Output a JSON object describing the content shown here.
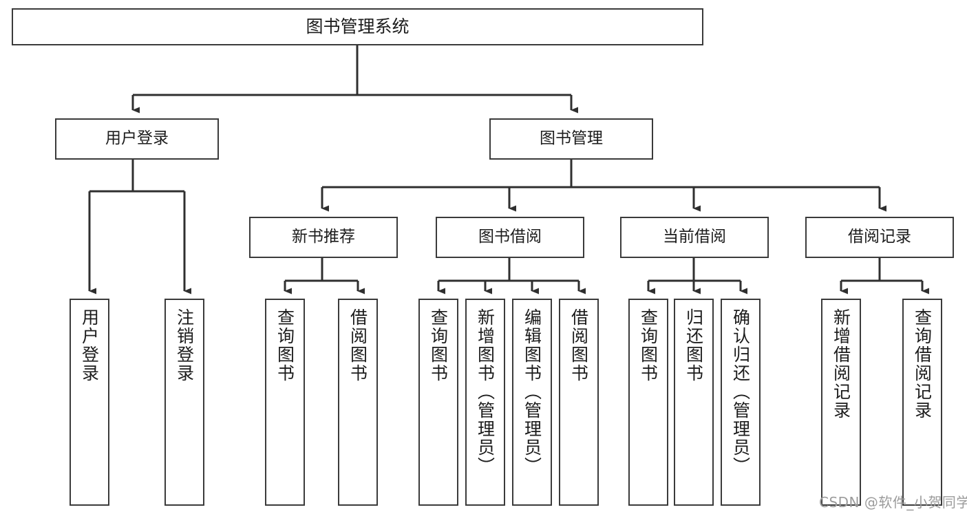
{
  "diagram": {
    "title": "图书管理系统",
    "type": "tree",
    "background": "#ffffff",
    "line_color": "#3a3a3a",
    "text_color": "#1c1c1c",
    "root": {
      "id": "root",
      "label": "图书管理系统"
    },
    "level1": [
      {
        "id": "user-login",
        "label": "用户登录"
      },
      {
        "id": "book-manage",
        "label": "图书管理"
      }
    ],
    "level2": [
      {
        "id": "new-book-recommend",
        "label": "新书推荐",
        "parent": "book-manage"
      },
      {
        "id": "book-borrow",
        "label": "图书借阅",
        "parent": "book-manage"
      },
      {
        "id": "current-borrow",
        "label": "当前借阅",
        "parent": "book-manage"
      },
      {
        "id": "borrow-record",
        "label": "借阅记录",
        "parent": "book-manage"
      }
    ],
    "leaves": {
      "user-login": [
        {
          "id": "leaf-user-login",
          "label": "用户登录"
        },
        {
          "id": "leaf-user-logout",
          "label": "注销登录"
        }
      ],
      "new-book-recommend": [
        {
          "id": "leaf-query-book-1",
          "label": "查询图书"
        },
        {
          "id": "leaf-borrow-book-1",
          "label": "借阅图书"
        }
      ],
      "book-borrow": [
        {
          "id": "leaf-query-book-2",
          "label": "查询图书"
        },
        {
          "id": "leaf-add-book",
          "label": "新增图书（管理员）"
        },
        {
          "id": "leaf-edit-book",
          "label": "编辑图书（管理员）"
        },
        {
          "id": "leaf-borrow-book-2",
          "label": "借阅图书"
        }
      ],
      "current-borrow": [
        {
          "id": "leaf-query-book-3",
          "label": "查询图书"
        },
        {
          "id": "leaf-return-book",
          "label": "归还图书"
        },
        {
          "id": "leaf-confirm-return",
          "label": "确认归还（管理员）"
        }
      ],
      "borrow-record": [
        {
          "id": "leaf-add-record",
          "label": "新增借阅记录"
        },
        {
          "id": "leaf-query-record",
          "label": "查询借阅记录"
        }
      ]
    }
  },
  "watermark": {
    "text": "CSDN @软件_小贺同学",
    "color": "#9b9b9b"
  }
}
